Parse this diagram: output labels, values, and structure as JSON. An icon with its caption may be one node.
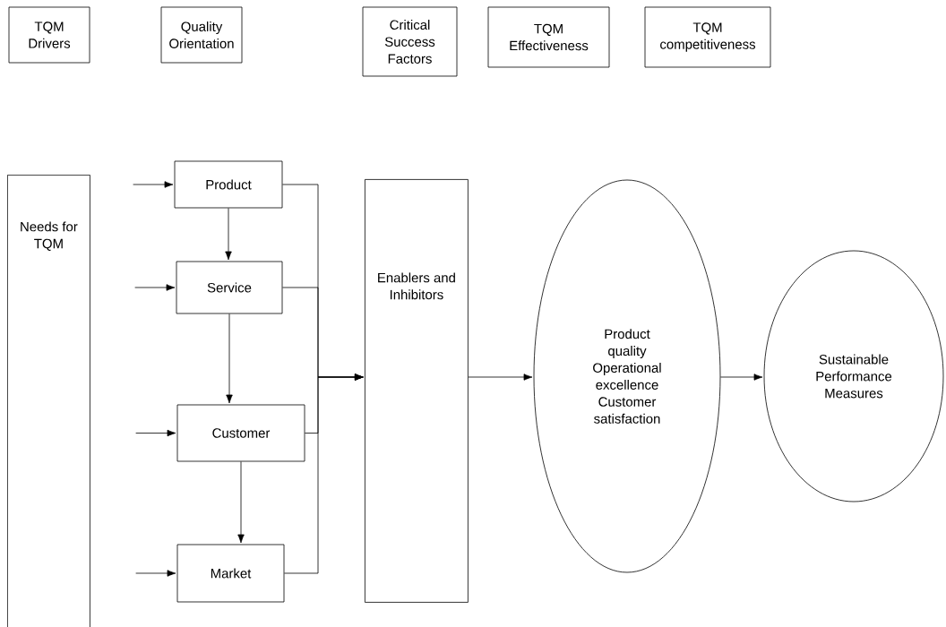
{
  "diagram": {
    "nodes": [
      {
        "text": [
          "TQM Drivers"
        ]
      },
      {
        "text": [
          "Quality Orientation"
        ]
      },
      {
        "text": [
          "Critical Success Factors"
        ]
      },
      {
        "text": [
          "TQM Effectiveness"
        ]
      },
      {
        "text": [
          "TQM competitiveness"
        ]
      },
      {
        "text": [
          "Needs for TQM"
        ]
      },
      {
        "text": [
          "Product"
        ]
      },
      {
        "text": [
          "Service"
        ]
      },
      {
        "text": [
          "Customer"
        ]
      },
      {
        "text": [
          "Market"
        ]
      },
      {
        "text": [
          "Enablers and Inhibitors"
        ]
      },
      {
        "text": [
          "Product quality Operational excellence Customer satisfaction"
        ]
      },
      {
        "text": [
          "Sustainable Performance Measures"
        ]
      }
    ],
    "edges": [
      {
        "from": null,
        "to": 6,
        "arrow": "to"
      },
      {
        "from": null,
        "to": 7,
        "arrow": "to"
      },
      {
        "from": null,
        "to": 8,
        "arrow": "to"
      },
      {
        "from": null,
        "to": 9,
        "arrow": "to"
      },
      {
        "from": 6,
        "to": 7,
        "arrow": "to"
      },
      {
        "from": 7,
        "to": 8,
        "arrow": "to"
      },
      {
        "from": 8,
        "to": 9,
        "arrow": "to"
      },
      {
        "from": 6,
        "to": 10,
        "arrow": "to"
      },
      {
        "from": 7,
        "to": 10,
        "arrow": "to"
      },
      {
        "from": 8,
        "to": 10,
        "arrow": "to"
      },
      {
        "from": 9,
        "to": 10,
        "arrow": "to"
      },
      {
        "from": 10,
        "to": 11,
        "arrow": "to"
      },
      {
        "from": 11,
        "to": 12,
        "arrow": "to"
      }
    ]
  }
}
